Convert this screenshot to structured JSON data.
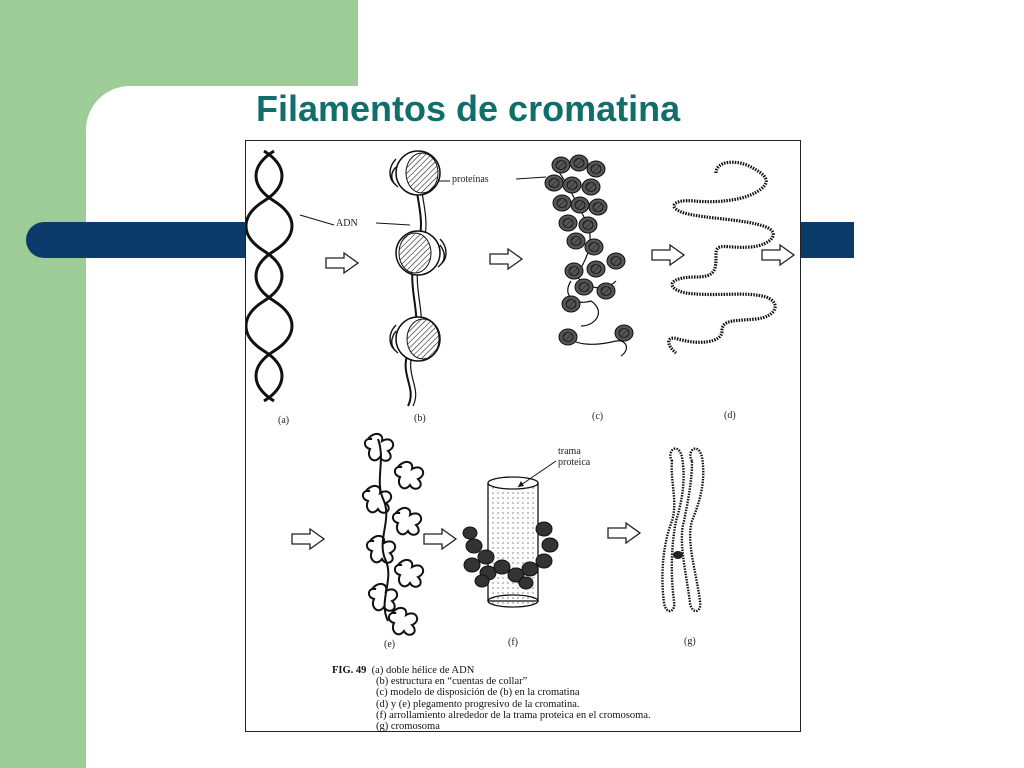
{
  "slide": {
    "title": "Filamentos de cromatina"
  },
  "figure": {
    "labels": {
      "adn": "ADN",
      "proteinas": "proteínas",
      "trama": "trama",
      "proteica": "proteica",
      "a": "(a)",
      "b": "(b)",
      "c": "(c)",
      "d": "(d)",
      "e": "(e)",
      "f": "(f)",
      "g": "(g)"
    },
    "caption": {
      "fig_label": "FIG. 49",
      "lines": [
        "(a)  doble hélice de ADN",
        "(b)  estructura en “cuentas de collar”",
        "(c)  modelo de disposición de (b) en la cromatina",
        "(d) y (e)  plegamento progresivo de la cromatina.",
        "(f)  arrollamiento alrededor de la trama proteica en el cromosoma.",
        "(g)  cromosoma"
      ]
    }
  },
  "colors": {
    "green_panel": "#9fcd9a",
    "blue_bar": "#0b3a6b",
    "title": "#116e6c"
  }
}
